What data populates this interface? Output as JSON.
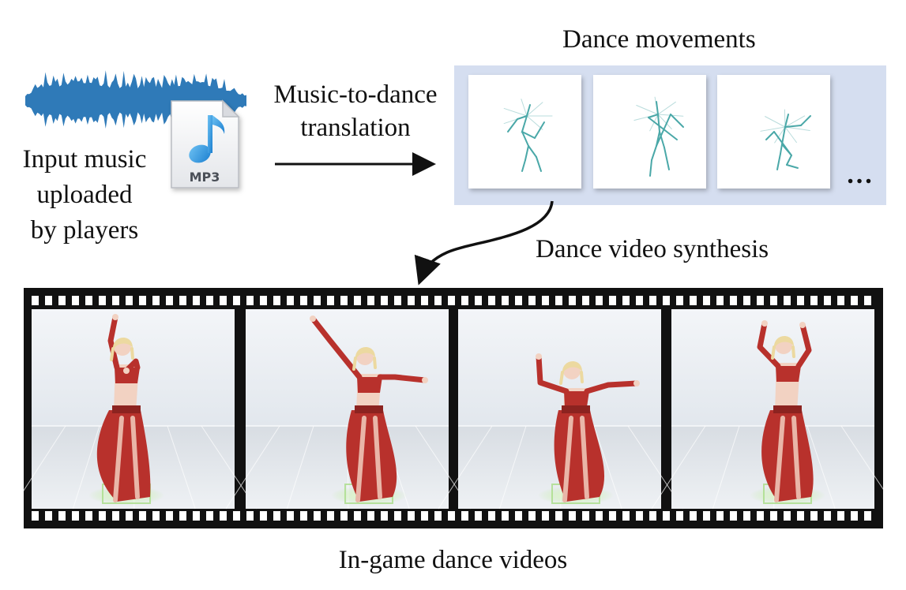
{
  "labels": {
    "dance_movements": "Dance movements",
    "music_to_dance_line1": "Music-to-dance",
    "music_to_dance_line2": "translation",
    "input_line1": "Input music",
    "input_line2": "uploaded",
    "input_line3": "by players",
    "dance_video_synthesis": "Dance video synthesis",
    "in_game_videos": "In-game dance videos",
    "ellipsis": "…"
  },
  "file_icon": {
    "badge_text": "MP3",
    "icon": "music-note-icon"
  },
  "colors": {
    "waveform": "#2f7ab8",
    "movement_panel_bg": "#d5def0",
    "skeleton": "#4aa8a8",
    "film_strip": "#111111",
    "dress": "#b8312c",
    "skin": "#f2d2c2",
    "hair": "#ecd9a0",
    "glow": "#c9f0a8"
  },
  "movement_frames": [
    {
      "pose": "pose-1"
    },
    {
      "pose": "pose-2"
    },
    {
      "pose": "pose-3"
    }
  ],
  "video_frames": [
    {
      "pose": "dancer-pose-1"
    },
    {
      "pose": "dancer-pose-2"
    },
    {
      "pose": "dancer-pose-3"
    },
    {
      "pose": "dancer-pose-4"
    }
  ]
}
